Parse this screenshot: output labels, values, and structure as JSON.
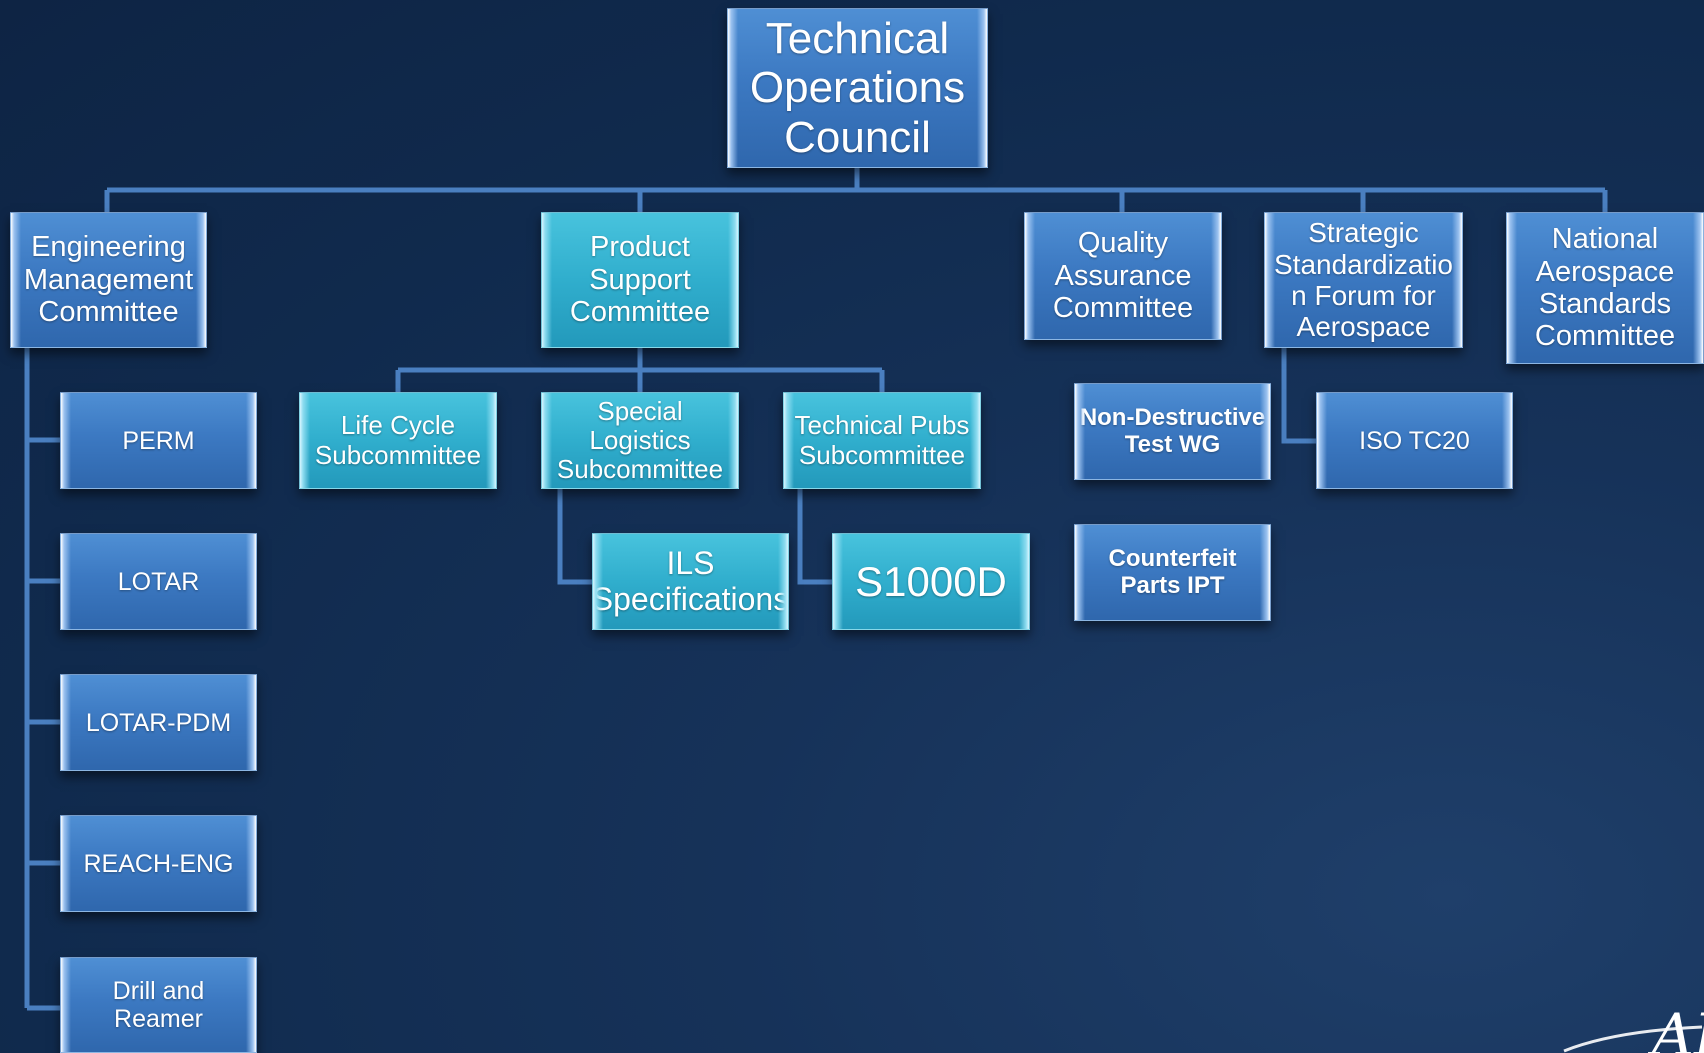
{
  "colors": {
    "background": "#12305a",
    "connector": "#4a7fc0",
    "blue_box": "#3c79c2",
    "teal_box": "#30aecd"
  },
  "nodes": {
    "toc": "Technical\nOperations\nCouncil",
    "emc": "Engineering\nManagement\nCommittee",
    "psc": "Product\nSupport\nCommittee",
    "qac": "Quality\nAssurance\nCommittee",
    "ssfa": "Strategic\nStandardizatio\nn Forum for\nAerospace",
    "nasc": "National\nAerospace\nStandards\nCommittee",
    "perm": "PERM",
    "lotar": "LOTAR",
    "lotar_pdm": "LOTAR-PDM",
    "reach_eng": "REACH-ENG",
    "drill": "Drill and Reamer",
    "lcs": "Life Cycle\nSubcommittee",
    "sls": "Special Logistics\nSubcommittee",
    "tps": "Technical Pubs\nSubcommittee",
    "ils": "ILS\nSpecifications",
    "s1000d": "S1000D",
    "ndt": "Non-Destructive\nTest WG",
    "cpi": "Counterfeit\nParts IPT",
    "iso": "ISO TC20"
  },
  "logo_text": "AI"
}
